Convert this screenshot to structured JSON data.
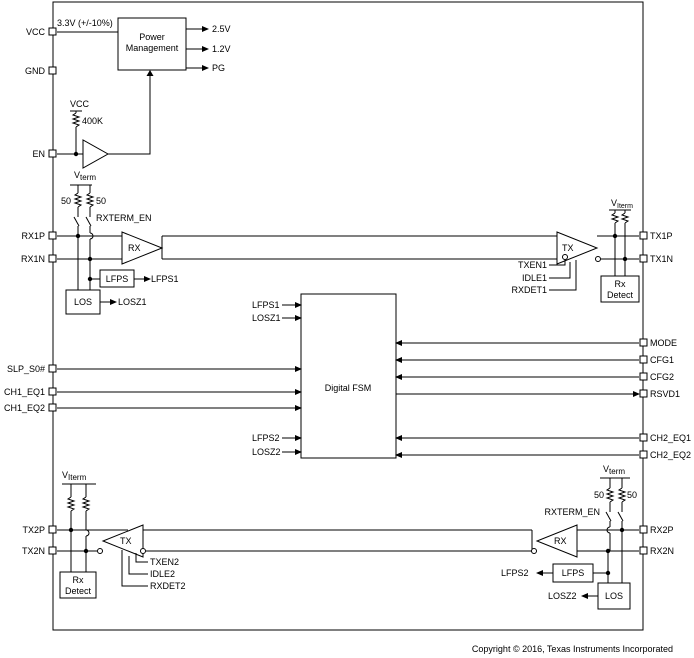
{
  "pins_left": {
    "vcc": "VCC",
    "gnd": "GND",
    "en": "EN",
    "rx1p": "RX1P",
    "rx1n": "RX1N",
    "slp": "SLP_S0#",
    "ch1_eq1": "CH1_EQ1",
    "ch1_eq2": "CH1_EQ2",
    "tx2p": "TX2P",
    "tx2n": "TX2N"
  },
  "pins_right": {
    "tx1p": "TX1P",
    "tx1n": "TX1N",
    "mode": "MODE",
    "cfg1": "CFG1",
    "cfg2": "CFG2",
    "rsvd1": "RSVD1",
    "ch2_eq1": "CH2_EQ1",
    "ch2_eq2": "CH2_EQ2",
    "rx2p": "RX2P",
    "rx2n": "RX2N"
  },
  "power": {
    "supply": "3.3V (+/-10%)",
    "block_line1": "Power",
    "block_line2": "Management",
    "out1": "2.5V",
    "out2": "1.2V",
    "out3": "PG",
    "pullup_vcc": "VCC",
    "pullup_res": "400K"
  },
  "channel1": {
    "vterm_main": "V",
    "vterm_sub": "term",
    "res_left": "50",
    "res_right": "50",
    "rxterm": "RXTERM_EN",
    "rx": "RX",
    "tx": "TX",
    "lfps_block": "LFPS",
    "lfps_out": "LFPS1",
    "los_block": "LOS",
    "los_out": "LOSZ1",
    "txen": "TXEN1",
    "idle": "IDLE1",
    "rxdet": "RXDET1",
    "tx_vterm_main": "V",
    "tx_vterm_sub": "Iterm",
    "rxdetect_l1": "Rx",
    "rxdetect_l2": "Detect"
  },
  "fsm": {
    "title": "Digital FSM",
    "in_lfps1": "LFPS1",
    "in_losz1": "LOSZ1",
    "in_lfps2": "LFPS2",
    "in_losz2": "LOSZ2"
  },
  "channel2": {
    "tx_vterm_main": "V",
    "tx_vterm_sub": "Iterm",
    "tx": "TX",
    "txen": "TXEN2",
    "idle": "IDLE2",
    "rxdet": "RXDET2",
    "rxdetect_l1": "Rx",
    "rxdetect_l2": "Detect",
    "vterm_main": "V",
    "vterm_sub": "term",
    "res_left": "50",
    "res_right": "50",
    "rxterm": "RXTERM_EN",
    "rx": "RX",
    "lfps_block": "LFPS",
    "lfps_out": "LFPS2",
    "los_block": "LOS",
    "los_out": "LOSZ2"
  },
  "copyright": "Copyright © 2016, Texas Instruments Incorporated"
}
